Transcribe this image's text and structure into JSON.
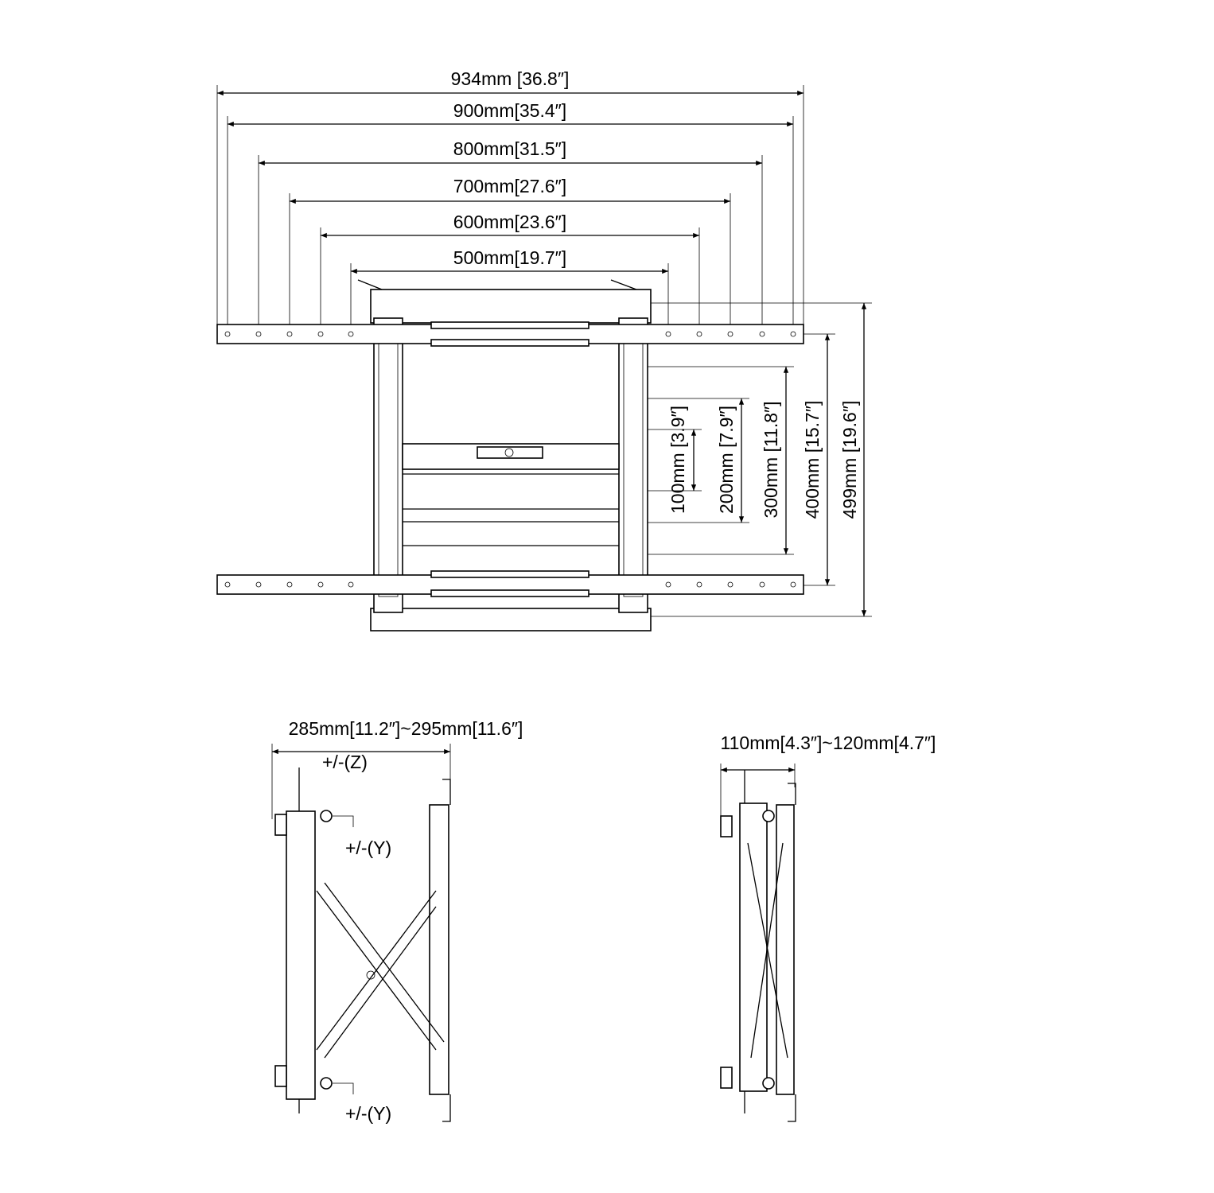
{
  "front_view": {
    "horizontal_dimensions": [
      {
        "label": "934mm [36.8″]"
      },
      {
        "label": "900mm[35.4″]"
      },
      {
        "label": "800mm[31.5″]"
      },
      {
        "label": "700mm[27.6″]"
      },
      {
        "label": "600mm[23.6″]"
      },
      {
        "label": "500mm[19.7″]"
      }
    ],
    "vertical_dimensions": [
      {
        "label": "100mm [3.9″]"
      },
      {
        "label": "200mm [7.9″]"
      },
      {
        "label": "300mm [11.8″]"
      },
      {
        "label": "400mm [15.7″]"
      },
      {
        "label": "499mm [19.6″]"
      }
    ]
  },
  "side_view_extended": {
    "depth_label": "285mm[11.2″]~295mm[11.6″]",
    "z_adjust_label": "+/-(Z)",
    "y_adjust_top_label": "+/-(Y)",
    "y_adjust_bottom_label": "+/-(Y)"
  },
  "side_view_collapsed": {
    "depth_label": "110mm[4.3″]~120mm[4.7″]"
  },
  "colors": {
    "line": "#000000",
    "background": "#ffffff"
  }
}
